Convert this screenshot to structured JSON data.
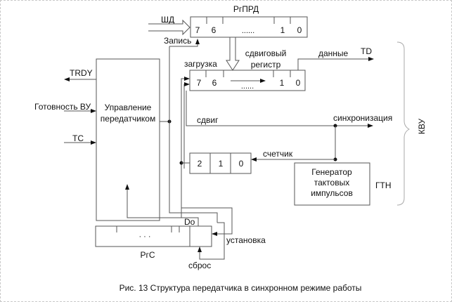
{
  "figure": {
    "caption": "Рис. 13 Структура передатчика в синхронном режиме работы"
  },
  "registers": {
    "tx_buffer": {
      "title": "РгПРД",
      "bits": [
        "7",
        "6",
        "......",
        "1",
        "0"
      ]
    },
    "shift_register": {
      "title_line1": "сдвиговый",
      "title_line2": "регистр",
      "bits": [
        "7",
        "6",
        "......",
        "1",
        "0"
      ]
    },
    "counter": {
      "bits": [
        "2",
        "1",
        "0"
      ]
    },
    "status_register": {
      "title": "РгС",
      "dots": "· · ·",
      "bit_label": "Do"
    }
  },
  "blocks": {
    "control": {
      "line1": "Управление",
      "line2": "передатчиком"
    },
    "generator": {
      "line1": "Генератор",
      "line2": "тактовых",
      "line3": "импульсов",
      "side_label": "ГТН"
    }
  },
  "signals": {
    "data_bus": "ШД",
    "write": "Запись",
    "load": "загрузка",
    "data": "данные",
    "td": "TD",
    "trdy": "TRDY",
    "device_ready": "Готовность ВУ",
    "tc": "TC",
    "shift": "сдвиг",
    "sync": "синхронизация",
    "counter": "счетчик",
    "set": "установка",
    "reset": "сброс"
  },
  "brace": {
    "label": "КВУ"
  }
}
